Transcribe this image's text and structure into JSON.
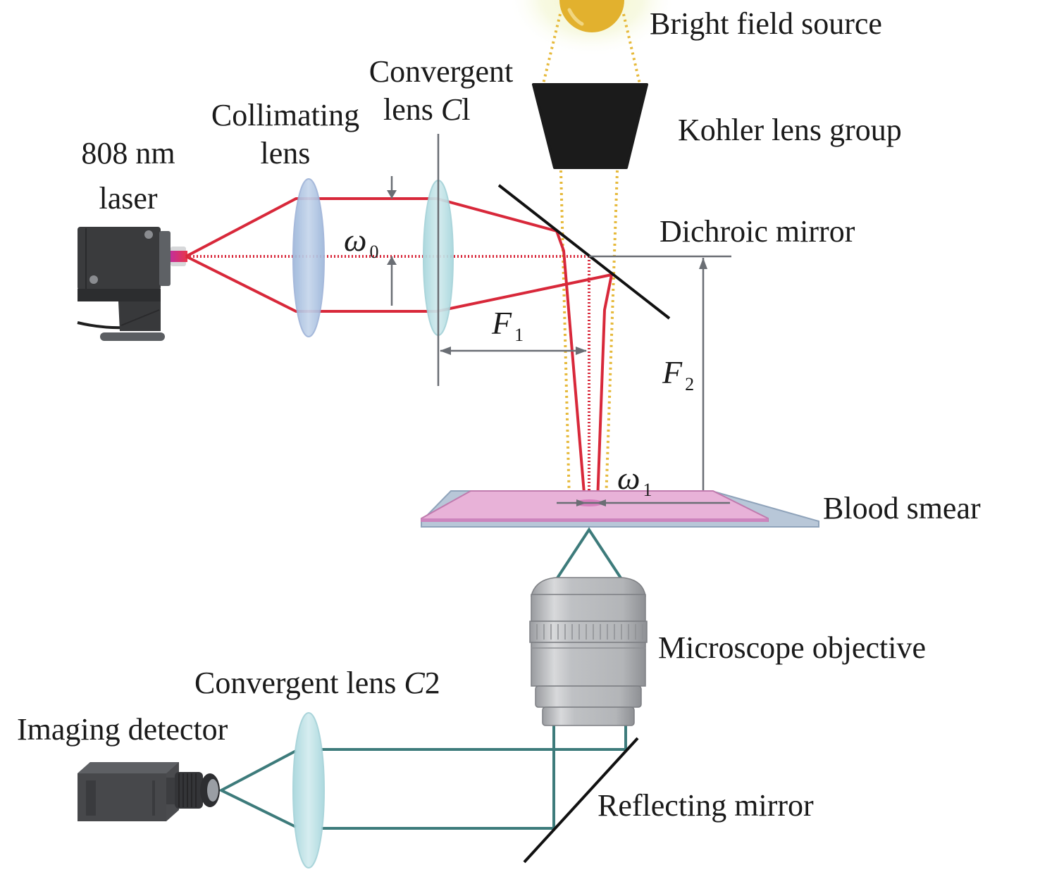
{
  "title": "808 nm laser optical trapping microscope setup",
  "labels": {
    "laser": [
      "808 nm",
      "laser"
    ],
    "collimating_lens": [
      "Collimating",
      "lens"
    ],
    "convergent_lens_c1": {
      "line1": "Convergent",
      "line2_prefix": "lens ",
      "line2_italic": "C",
      "line2_suffix": "l"
    },
    "bright_field_source": "Bright field source",
    "kohler_lens_group": "Kohler lens group",
    "dichroic_mirror": "Dichroic mirror",
    "blood_smear": "Blood smear",
    "microscope_objective": "Microscope objective",
    "convergent_lens_c2": {
      "prefix": "Convergent lens ",
      "italic": "C",
      "suffix": "2"
    },
    "imaging_detector": "Imaging detector",
    "reflecting_mirror": "Reflecting mirror"
  },
  "symbols": {
    "omega0": {
      "base": "ω",
      "sub": "0"
    },
    "omega1": {
      "base": "ω",
      "sub": "1"
    },
    "F1": {
      "base": "F",
      "sub": "1"
    },
    "F2": {
      "base": "F",
      "sub": "2"
    }
  },
  "colors": {
    "laser_beam": "#d8283a",
    "bright_field": "#e6b93a",
    "imaging_path": "#3d7b7b",
    "dimension": "#6a6e74",
    "mirror": "#111111",
    "collimating_lens": "#a9c1e0",
    "convergent_lens": "#b2dde3",
    "smear": "#e8b2d8",
    "slide": "#b8c7d8"
  }
}
